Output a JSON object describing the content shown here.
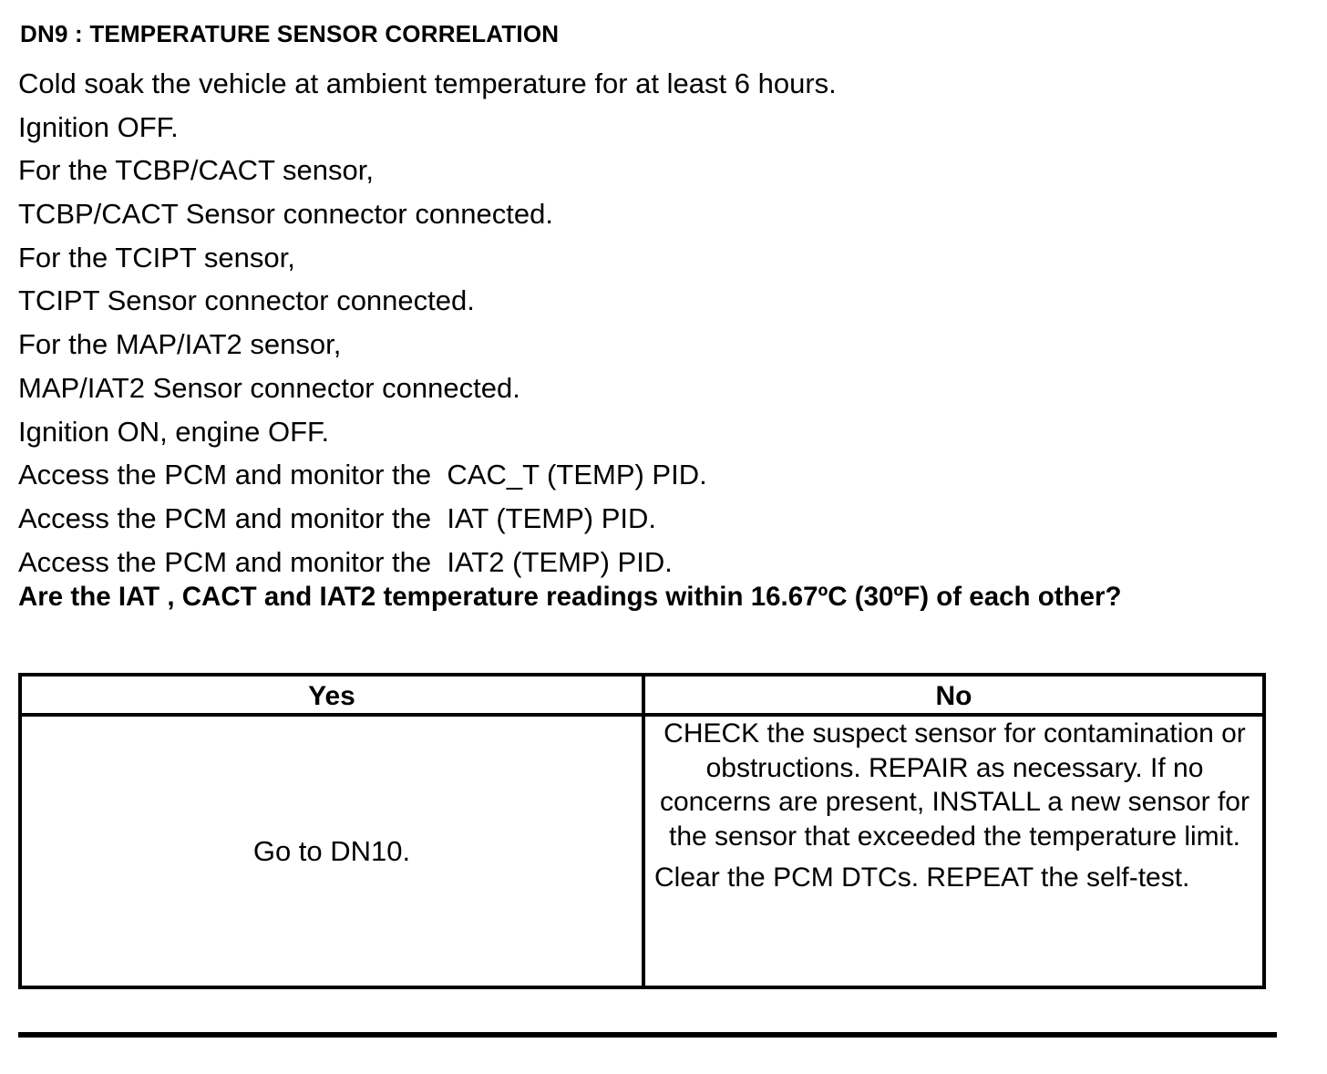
{
  "heading": "DN9 : TEMPERATURE SENSOR CORRELATION",
  "steps": [
    "Cold soak the vehicle at ambient temperature for at least 6 hours.",
    "Ignition OFF.",
    "For the TCBP/CACT sensor,",
    "TCBP/CACT Sensor connector connected.",
    "For the TCIPT sensor,",
    "TCIPT Sensor connector connected.",
    "For the MAP/IAT2 sensor,",
    "MAP/IAT2 Sensor connector connected.",
    "Ignition ON, engine OFF.",
    "Access the PCM and monitor the  CAC_T (TEMP) PID.",
    "Access the PCM and monitor the  IAT (TEMP) PID.",
    "Access the PCM and monitor the  IAT2 (TEMP) PID."
  ],
  "question": "Are the IAT , CACT and IAT2 temperature readings within 16.67ºC (30ºF) of each other?",
  "table": {
    "yes_header": "Yes",
    "no_header": "No",
    "yes_action": "Go to DN10.",
    "no_action_1": "CHECK the suspect sensor for contamination or obstructions. REPAIR as necessary. If no concerns are present, INSTALL a new sensor for the sensor that exceeded the temperature limit.",
    "no_action_2": "Clear the PCM DTCs. REPEAT the self-test."
  }
}
